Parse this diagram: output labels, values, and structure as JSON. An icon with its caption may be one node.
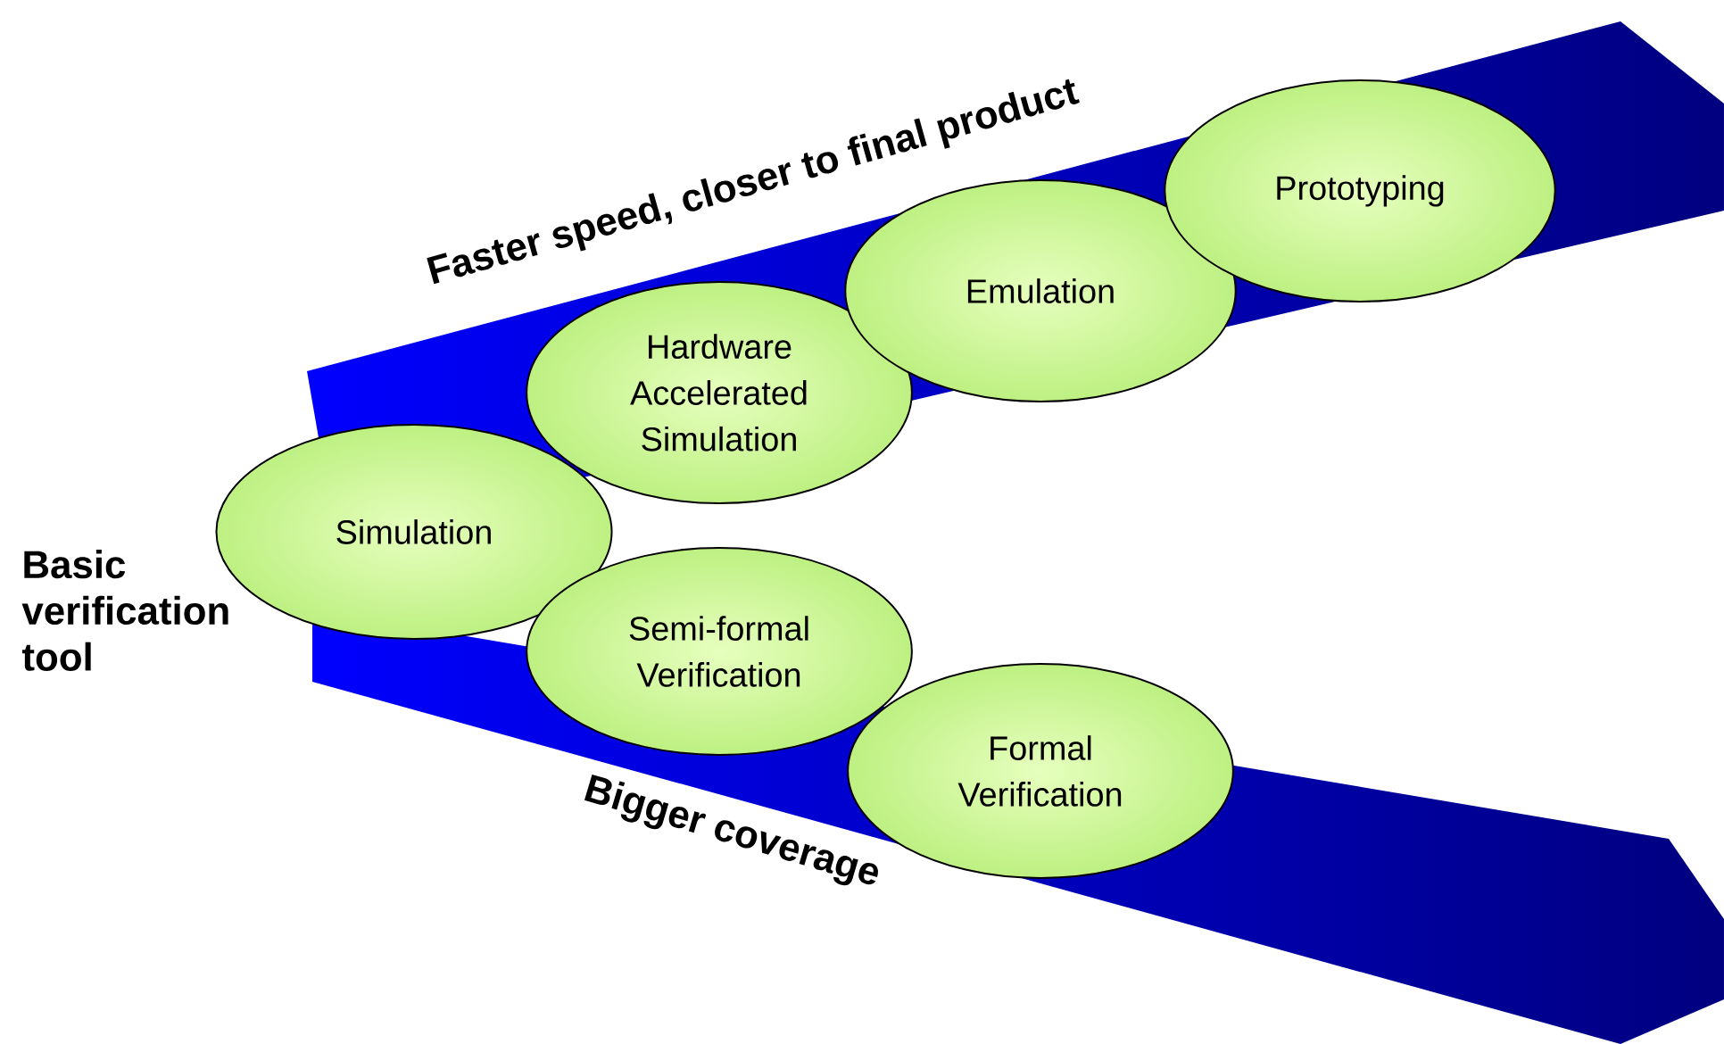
{
  "diagram": {
    "nodes": [
      {
        "text": [
          "Simulation"
        ]
      },
      {
        "text": [
          "Hardware Accelerated Simulation"
        ]
      },
      {
        "text": [
          "Emulation"
        ]
      },
      {
        "text": [
          "Prototyping"
        ]
      },
      {
        "text": [
          "Semi-formal Verification"
        ]
      },
      {
        "text": [
          "Formal Verification"
        ]
      }
    ],
    "labels": [
      "Faster speed, closer to final product",
      "Basic verification tool",
      "Bigger coverage"
    ]
  }
}
